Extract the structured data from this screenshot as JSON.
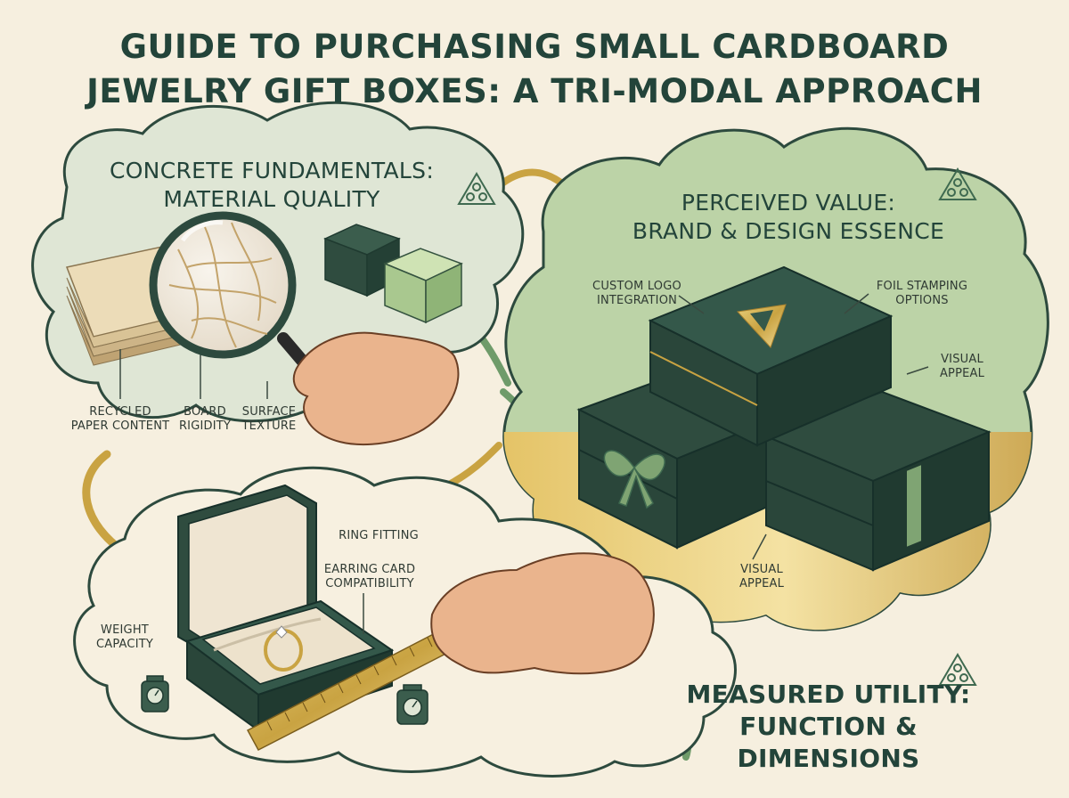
{
  "title": {
    "line1": "GUIDE TO PURCHASING SMALL CARDBOARD",
    "line2": "JEWELRY GIFT BOXES: A TRI-MODAL APPROACH"
  },
  "colors": {
    "background": "#f6efdf",
    "dark_green": "#23443a",
    "sage": "#b9d0a3",
    "gold": "#c9a342"
  },
  "concrete": {
    "heading_line1": "CONCRETE FUNDAMENTALS:",
    "heading_line2": "MATERIAL QUALITY",
    "labels": {
      "recycled_line1": "RECYCLED",
      "recycled_line2": "PAPER CONTENT",
      "board_line1": "BOARD",
      "board_line2": "RIGIDITY",
      "surface_line1": "SURFACE",
      "surface_line2": "TEXTURE"
    },
    "icon": "gears-triangle-icon"
  },
  "perceived": {
    "heading_line1": "PERCEIVED VALUE:",
    "heading_line2": "BRAND & DESIGN ESSENCE",
    "labels": {
      "logo_line1": "CUSTOM LOGO",
      "logo_line2": "INTEGRATION",
      "foil_line1": "FOIL STAMPING",
      "foil_line2": "OPTIONS",
      "visual1_line1": "VISUAL",
      "visual1_line2": "APPEAL",
      "visual2_line1": "VISUAL",
      "visual2_line2": "APPEAL"
    },
    "icon": "gears-triangle-icon"
  },
  "measured": {
    "heading_line1": "MEASURED UTILITY:",
    "heading_line2": "FUNCTION & DIMENSIONS",
    "labels": {
      "ring": "RING FITTING",
      "earring_line1": "EARRING CARD",
      "earring_line2": "COMPATIBILITY",
      "weight_line1": "WEIGHT",
      "weight_line2": "CAPACITY"
    },
    "icon": "gears-triangle-icon"
  }
}
